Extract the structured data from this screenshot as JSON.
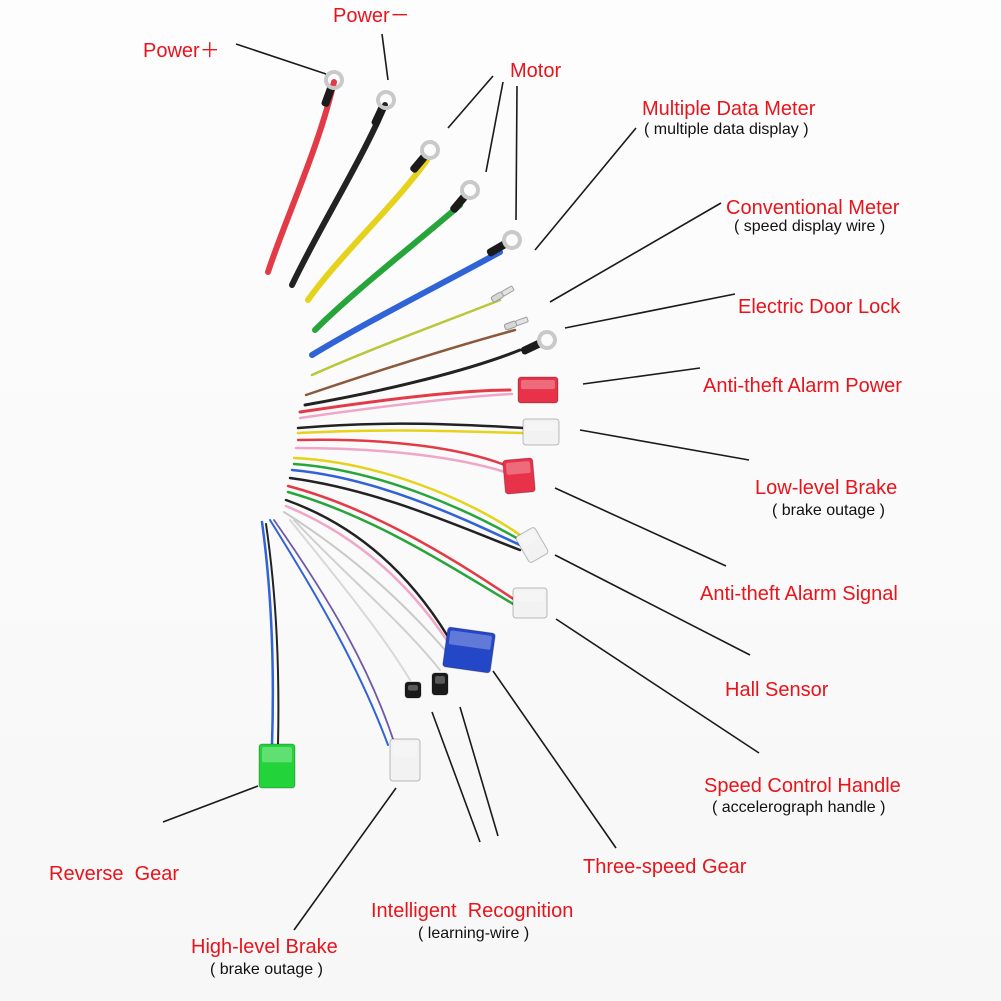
{
  "colors": {
    "label": "#e8141b",
    "sublabel": "#111111",
    "leader": "#1a1a1a",
    "wire_red": "#e23b47",
    "wire_black": "#222222",
    "wire_yellow": "#e6d21a",
    "wire_green": "#27a53b",
    "wire_blue": "#2f63d6",
    "wire_yellow_green": "#b9c83a",
    "wire_brown": "#8a5a3b",
    "wire_pink": "#f0a6c8",
    "connector_red": "#e8324a",
    "connector_white": "#f2f2f2",
    "connector_blue": "#2447c8",
    "connector_green": "#22d43a"
  },
  "labels": {
    "power_minus": "Power－",
    "power_plus": "Power＋",
    "motor": "Motor",
    "multiple_data_meter": "Multiple Data Meter",
    "multiple_data_meter_sub": "( multiple data display )",
    "conventional_meter": "Conventional Meter",
    "conventional_meter_sub": "( speed display wire )",
    "electric_door_lock": "Electric Door Lock",
    "anti_theft_alarm_power": "Anti-theft Alarm Power",
    "low_level_brake": "Low-level Brake",
    "low_level_brake_sub": "( brake outage )",
    "anti_theft_alarm_signal": "Anti-theft Alarm Signal",
    "hall_sensor": "Hall Sensor",
    "speed_control_handle": "Speed Control Handle",
    "speed_control_handle_sub": "( accelerograph handle )",
    "three_speed_gear": "Three-speed Gear",
    "reverse_gear": "Reverse  Gear",
    "intelligent_recognition": "Intelligent  Recognition",
    "intelligent_recognition_sub": "( learning-wire )",
    "high_level_brake": "High-level Brake",
    "high_level_brake_sub": "( brake outage )"
  },
  "icons": {
    "ring_terminal": "ring-terminal-icon",
    "spade_terminal": "spade-terminal-icon",
    "plug_connector": "plug-connector-icon"
  }
}
